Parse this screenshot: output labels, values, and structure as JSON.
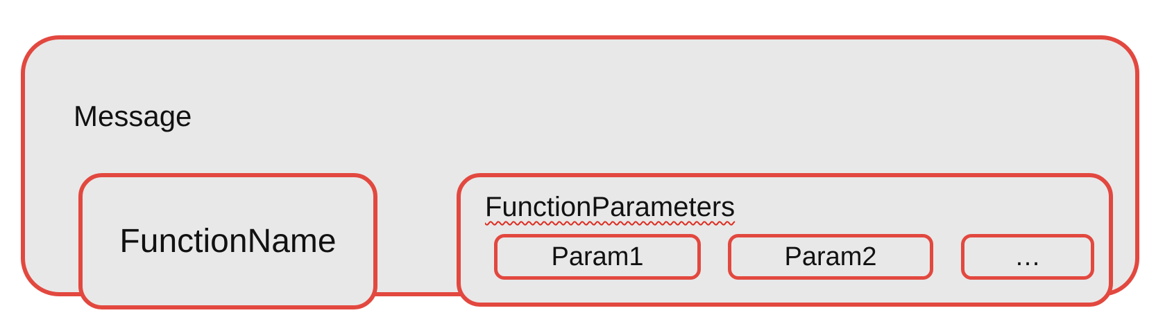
{
  "message": {
    "label": "Message",
    "function_name": {
      "label": "FunctionName"
    },
    "function_parameters": {
      "label": "FunctionParameters",
      "params": [
        "Param1",
        "Param2",
        "…"
      ],
      "label_has_spellcheck_squiggle": true
    }
  },
  "colors": {
    "box_border_red": "#e2483f",
    "box_fill_gray": "#e8e8e8",
    "squiggle_red": "#dd2c20",
    "text": "#111111",
    "page_background": "#ffffff"
  }
}
